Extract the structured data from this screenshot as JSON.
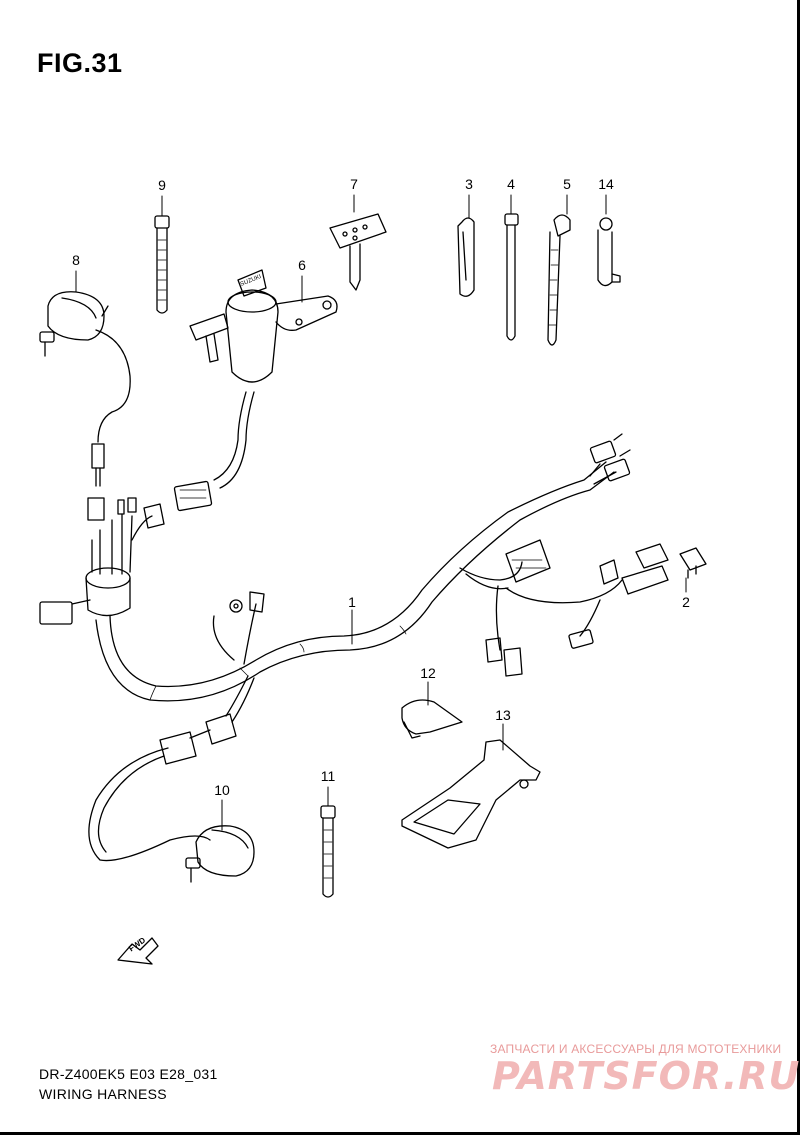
{
  "figure": {
    "title": "FIG.31"
  },
  "callouts": [
    {
      "id": "1",
      "label": "1"
    },
    {
      "id": "2",
      "label": "2"
    },
    {
      "id": "3",
      "label": "3"
    },
    {
      "id": "4",
      "label": "4"
    },
    {
      "id": "5",
      "label": "5"
    },
    {
      "id": "6",
      "label": "6"
    },
    {
      "id": "7",
      "label": "7"
    },
    {
      "id": "8",
      "label": "8"
    },
    {
      "id": "9",
      "label": "9"
    },
    {
      "id": "10",
      "label": "10"
    },
    {
      "id": "11",
      "label": "11"
    },
    {
      "id": "12",
      "label": "12"
    },
    {
      "id": "13",
      "label": "13"
    },
    {
      "id": "14",
      "label": "14"
    }
  ],
  "fwd_mark": "FWD",
  "key_logo": "SUZUKI",
  "footer": {
    "model": "DR-Z400EK5 E03 E28_031",
    "name": "WIRING HARNESS"
  },
  "watermark": {
    "tagline": "ЗАПЧАСТИ И АКСЕССУАРЫ ДЛЯ МОТОТЕХНИКИ",
    "logo": "PARTSFOR.RU"
  }
}
